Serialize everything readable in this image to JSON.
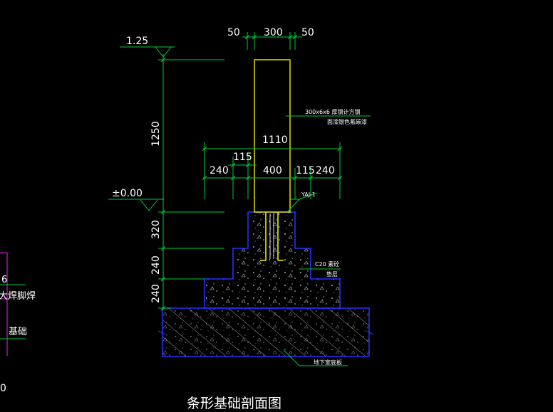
{
  "drawing": {
    "title": "条形基础剖面图",
    "colors": {
      "background": "#000000",
      "dimension": "#00cc33",
      "concrete_outline": "#2233ff",
      "column": "#ffff00",
      "text": "#ffffff",
      "edge_lines": "#ee22ee"
    },
    "elevations": {
      "top": "1.25",
      "ground": "±0.00"
    },
    "dimensions": {
      "top_left_50": "50",
      "top_300": "300",
      "top_right_50": "50",
      "total_1110": "1110",
      "d115_upper": "115",
      "d240_left": "240",
      "d400": "400",
      "d115_right": "115",
      "d240_right": "240",
      "v1250": "1250",
      "v320": "320",
      "v240_upper": "240",
      "v240_lower": "240"
    },
    "notes": {
      "steel_tube_line1": "300x6x6    厚钢计方钢",
      "steel_tube_line2": "面漆银色氟碳漆",
      "anchor_label": "YAJ-1",
      "concrete_label": "C20 素砼",
      "cushion_label": "垫层",
      "slab_label": "地下室底板"
    },
    "left_edge": {
      "text_6": "6",
      "text_weld": "大焊脚焊",
      "text_base": "基础",
      "text_0": "0"
    }
  }
}
